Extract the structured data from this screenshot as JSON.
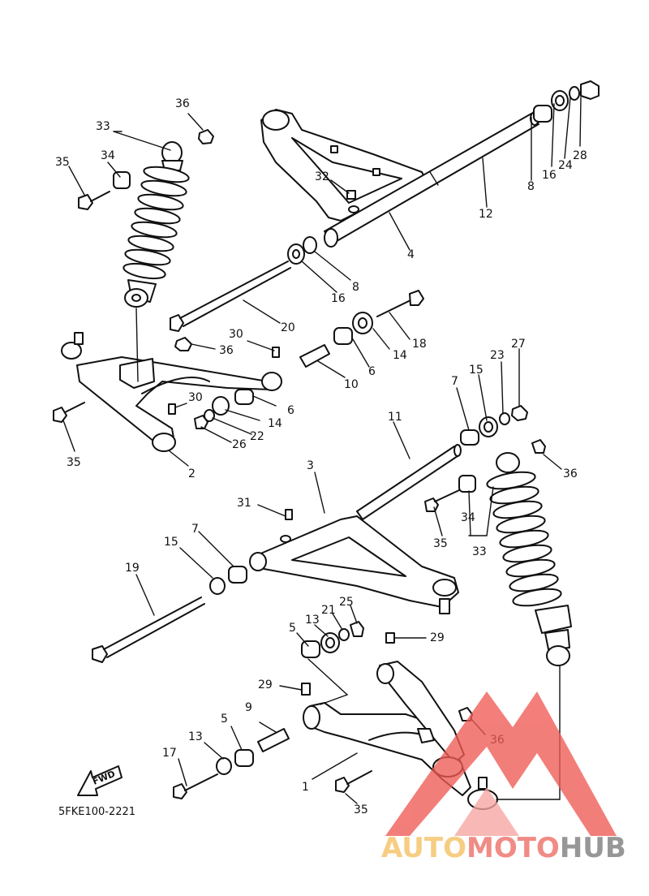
{
  "diagram": {
    "code": "5FKE100-2221",
    "fwd_text": "FWD",
    "callouts": [
      {
        "id": "c-36-a",
        "text": "36"
      },
      {
        "id": "c-33-a",
        "text": "33"
      },
      {
        "id": "c-34-a",
        "text": "34"
      },
      {
        "id": "c-35-a",
        "text": "35"
      },
      {
        "id": "c-32",
        "text": "32"
      },
      {
        "id": "c-4",
        "text": "4"
      },
      {
        "id": "c-12",
        "text": "12"
      },
      {
        "id": "c-8-a",
        "text": "8"
      },
      {
        "id": "c-16-a",
        "text": "16"
      },
      {
        "id": "c-24",
        "text": "24"
      },
      {
        "id": "c-28",
        "text": "28"
      },
      {
        "id": "c-8-b",
        "text": "8"
      },
      {
        "id": "c-16-b",
        "text": "16"
      },
      {
        "id": "c-20",
        "text": "20"
      },
      {
        "id": "c-18",
        "text": "18"
      },
      {
        "id": "c-30-a",
        "text": "30"
      },
      {
        "id": "c-36-b",
        "text": "36"
      },
      {
        "id": "c-14-a",
        "text": "14"
      },
      {
        "id": "c-6-a",
        "text": "6"
      },
      {
        "id": "c-10",
        "text": "10"
      },
      {
        "id": "c-30-b",
        "text": "30"
      },
      {
        "id": "c-6-b",
        "text": "6"
      },
      {
        "id": "c-14-b",
        "text": "14"
      },
      {
        "id": "c-22",
        "text": "22"
      },
      {
        "id": "c-26",
        "text": "26"
      },
      {
        "id": "c-35-b",
        "text": "35"
      },
      {
        "id": "c-2",
        "text": "2"
      },
      {
        "id": "c-27",
        "text": "27"
      },
      {
        "id": "c-23",
        "text": "23"
      },
      {
        "id": "c-15-a",
        "text": "15"
      },
      {
        "id": "c-7-a",
        "text": "7"
      },
      {
        "id": "c-11",
        "text": "11"
      },
      {
        "id": "c-3",
        "text": "3"
      },
      {
        "id": "c-36-c",
        "text": "36"
      },
      {
        "id": "c-31",
        "text": "31"
      },
      {
        "id": "c-35-c",
        "text": "35"
      },
      {
        "id": "c-34-b",
        "text": "34"
      },
      {
        "id": "c-33-b",
        "text": "33"
      },
      {
        "id": "c-15-b",
        "text": "15"
      },
      {
        "id": "c-7-b",
        "text": "7"
      },
      {
        "id": "c-19",
        "text": "19"
      },
      {
        "id": "c-5-a",
        "text": "5"
      },
      {
        "id": "c-13-a",
        "text": "13"
      },
      {
        "id": "c-21",
        "text": "21"
      },
      {
        "id": "c-25",
        "text": "25"
      },
      {
        "id": "c-29-a",
        "text": "29"
      },
      {
        "id": "c-29-b",
        "text": "29"
      },
      {
        "id": "c-9",
        "text": "9"
      },
      {
        "id": "c-5-b",
        "text": "5"
      },
      {
        "id": "c-13-b",
        "text": "13"
      },
      {
        "id": "c-17",
        "text": "17"
      },
      {
        "id": "c-1",
        "text": "1"
      },
      {
        "id": "c-36-d",
        "text": "36"
      },
      {
        "id": "c-35-d",
        "text": "35"
      }
    ]
  },
  "watermark": {
    "text_a": "AUTO",
    "text_b": "MOTO",
    "text_c": "HUB",
    "color_a": "#f4c060",
    "color_b": "#ee6b63",
    "color_c": "#7a7a7a",
    "logo_color": "#ef5a55"
  }
}
